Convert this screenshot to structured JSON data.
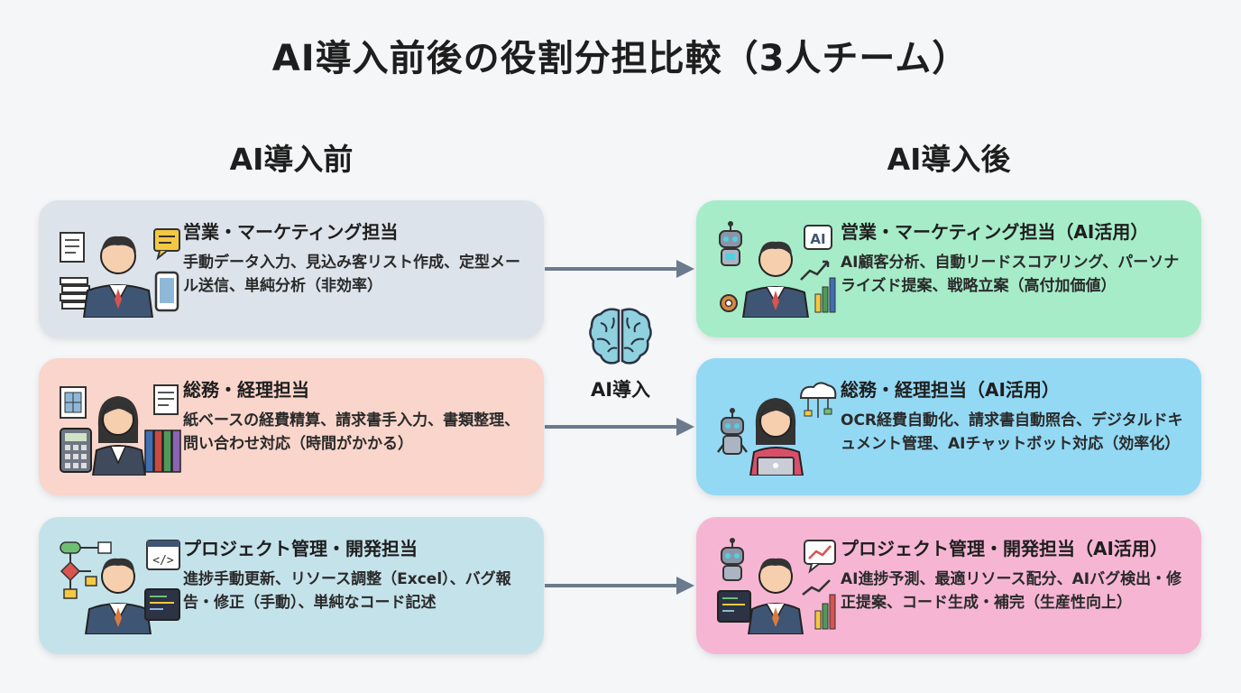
{
  "title": "AI導入前後の役割分担比較（3人チーム）",
  "before": {
    "heading": "AI導入前",
    "cards": [
      {
        "role": "営業・マーケティング担当",
        "desc": "手動データ入力、見込み客リスト作成、定型メール送信、単純分析（非効率）"
      },
      {
        "role": "総務・経理担当",
        "desc": "紙ベースの経費精算、請求書手入力、書類整理、問い合わせ対応（時間がかかる）"
      },
      {
        "role": "プロジェクト管理・開発担当",
        "desc": "進捗手動更新、リソース調整（Excel）、バグ報告・修正（手動）、単純なコード記述"
      }
    ]
  },
  "after": {
    "heading": "AI導入後",
    "cards": [
      {
        "role": "営業・マーケティング担当（AI活用）",
        "desc": "AI顧客分析、自動リードスコアリング、パーソナライズド提案、戦略立案（高付加価値）"
      },
      {
        "role": "総務・経理担当（AI活用）",
        "desc": "OCR経費自動化、請求書自動照合、デジタルドキュメント管理、AIチャットボット対応（効率化）"
      },
      {
        "role": "プロジェクト管理・開発担当（AI活用）",
        "desc": "AI進捗予測、最適リソース配分、AIバグ検出・修正提案、コード生成・補完（生産性向上）"
      }
    ]
  },
  "center": {
    "label": "AI導入",
    "icon": "brain-icon"
  },
  "chip_label": "AI",
  "code_label": "</>",
  "colors": {
    "before_sales": "#dde3ea",
    "before_admin": "#f9d5cb",
    "before_pm": "#c4e2ea",
    "after_sales": "#a6ecc9",
    "after_admin": "#93d9f4",
    "after_pm": "#f6b6d3",
    "arrow": "#6b7a8c",
    "brain": "#7cc6d6"
  }
}
